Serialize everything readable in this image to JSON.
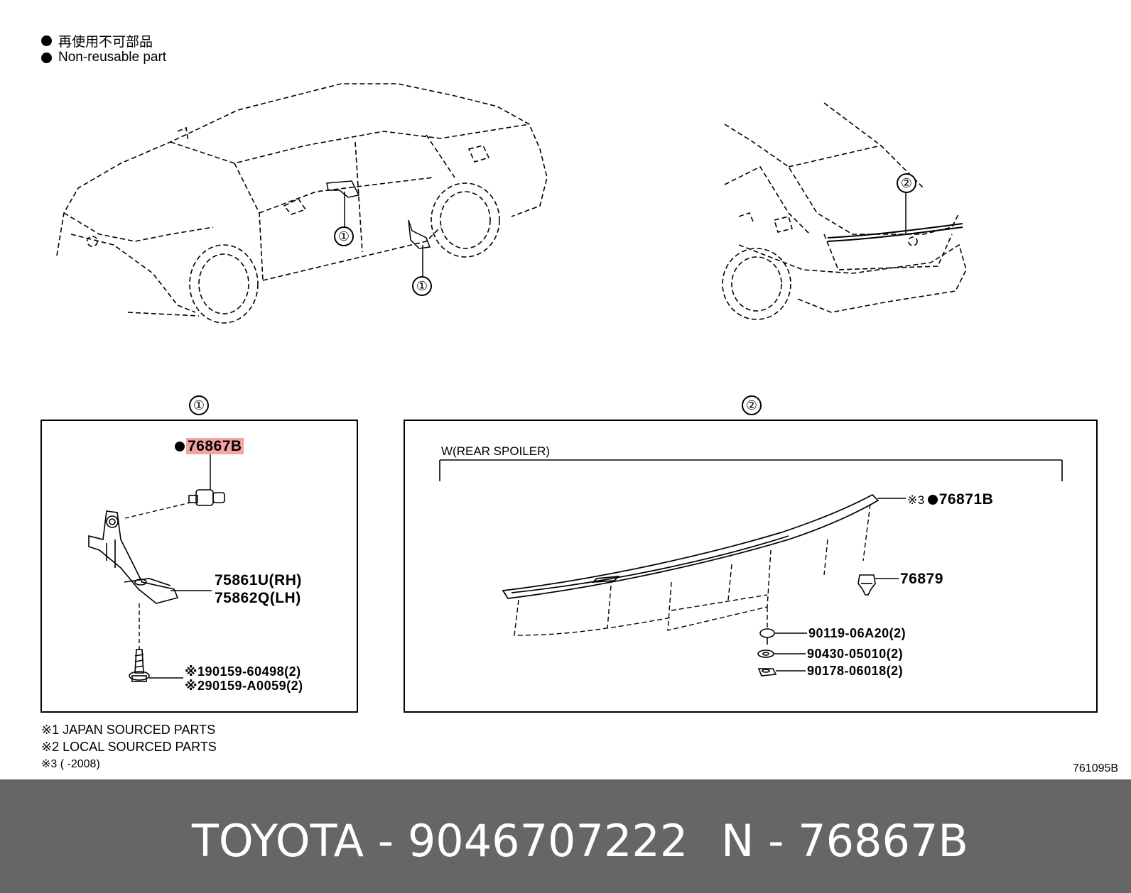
{
  "legend": {
    "jp_label": "再使用不可部品",
    "en_label": "Non-reusable part"
  },
  "callouts": {
    "one": "①",
    "two": "②"
  },
  "panel1": {
    "title": "①",
    "part_highlight": "76867B",
    "bracket_rh": "75861U(RH)",
    "bracket_lh": "75862Q(LH)",
    "bolt_1": "※190159-60498(2)",
    "bolt_2": "※290159-A0059(2)"
  },
  "panel2": {
    "title": "②",
    "assembly_label": "W(REAR SPOILER)",
    "spoiler_note": "※3",
    "spoiler_part": "76871B",
    "clip_part": "76879",
    "screw_part": "90119-06A20(2)",
    "washer_part": "90430-05010(2)",
    "nut_part": "90178-06018(2)"
  },
  "notes": [
    "※1 JAPAN SOURCED PARTS",
    "※2 LOCAL SOURCED PARTS",
    "※3 (        -2008)"
  ],
  "diagram_code": "761095B",
  "footer": {
    "brand_part": "TOYOTA - 9046707222",
    "ref": "N - 76867B"
  },
  "colors": {
    "footer_bg": "#666666",
    "highlight": "#f4a3a3"
  }
}
